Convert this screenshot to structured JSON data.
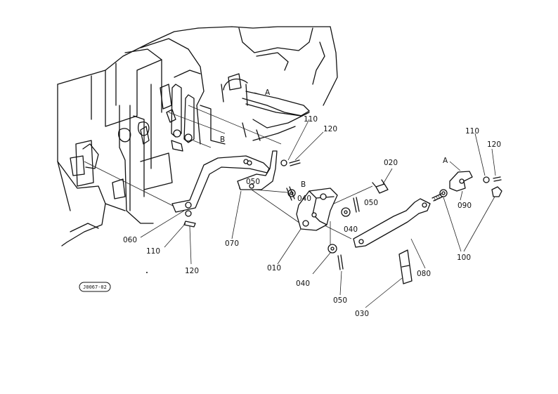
{
  "labels": {
    "p010": "010",
    "p020": "020",
    "p030": "030",
    "p040a": "040",
    "p040b": "040",
    "p040c": "040",
    "p050a": "050",
    "p050b": "050",
    "p050c": "050",
    "p060": "060",
    "p070": "070",
    "p080": "080",
    "p090": "090",
    "p100": "100",
    "p110a": "110",
    "p110b": "110",
    "p110c": "110",
    "p120a": "120",
    "p120b": "120",
    "p120c": "120",
    "refA1": "A",
    "refA2": "A",
    "refB1": "B",
    "refB2": "B"
  },
  "drawing_code": "J0067-02"
}
